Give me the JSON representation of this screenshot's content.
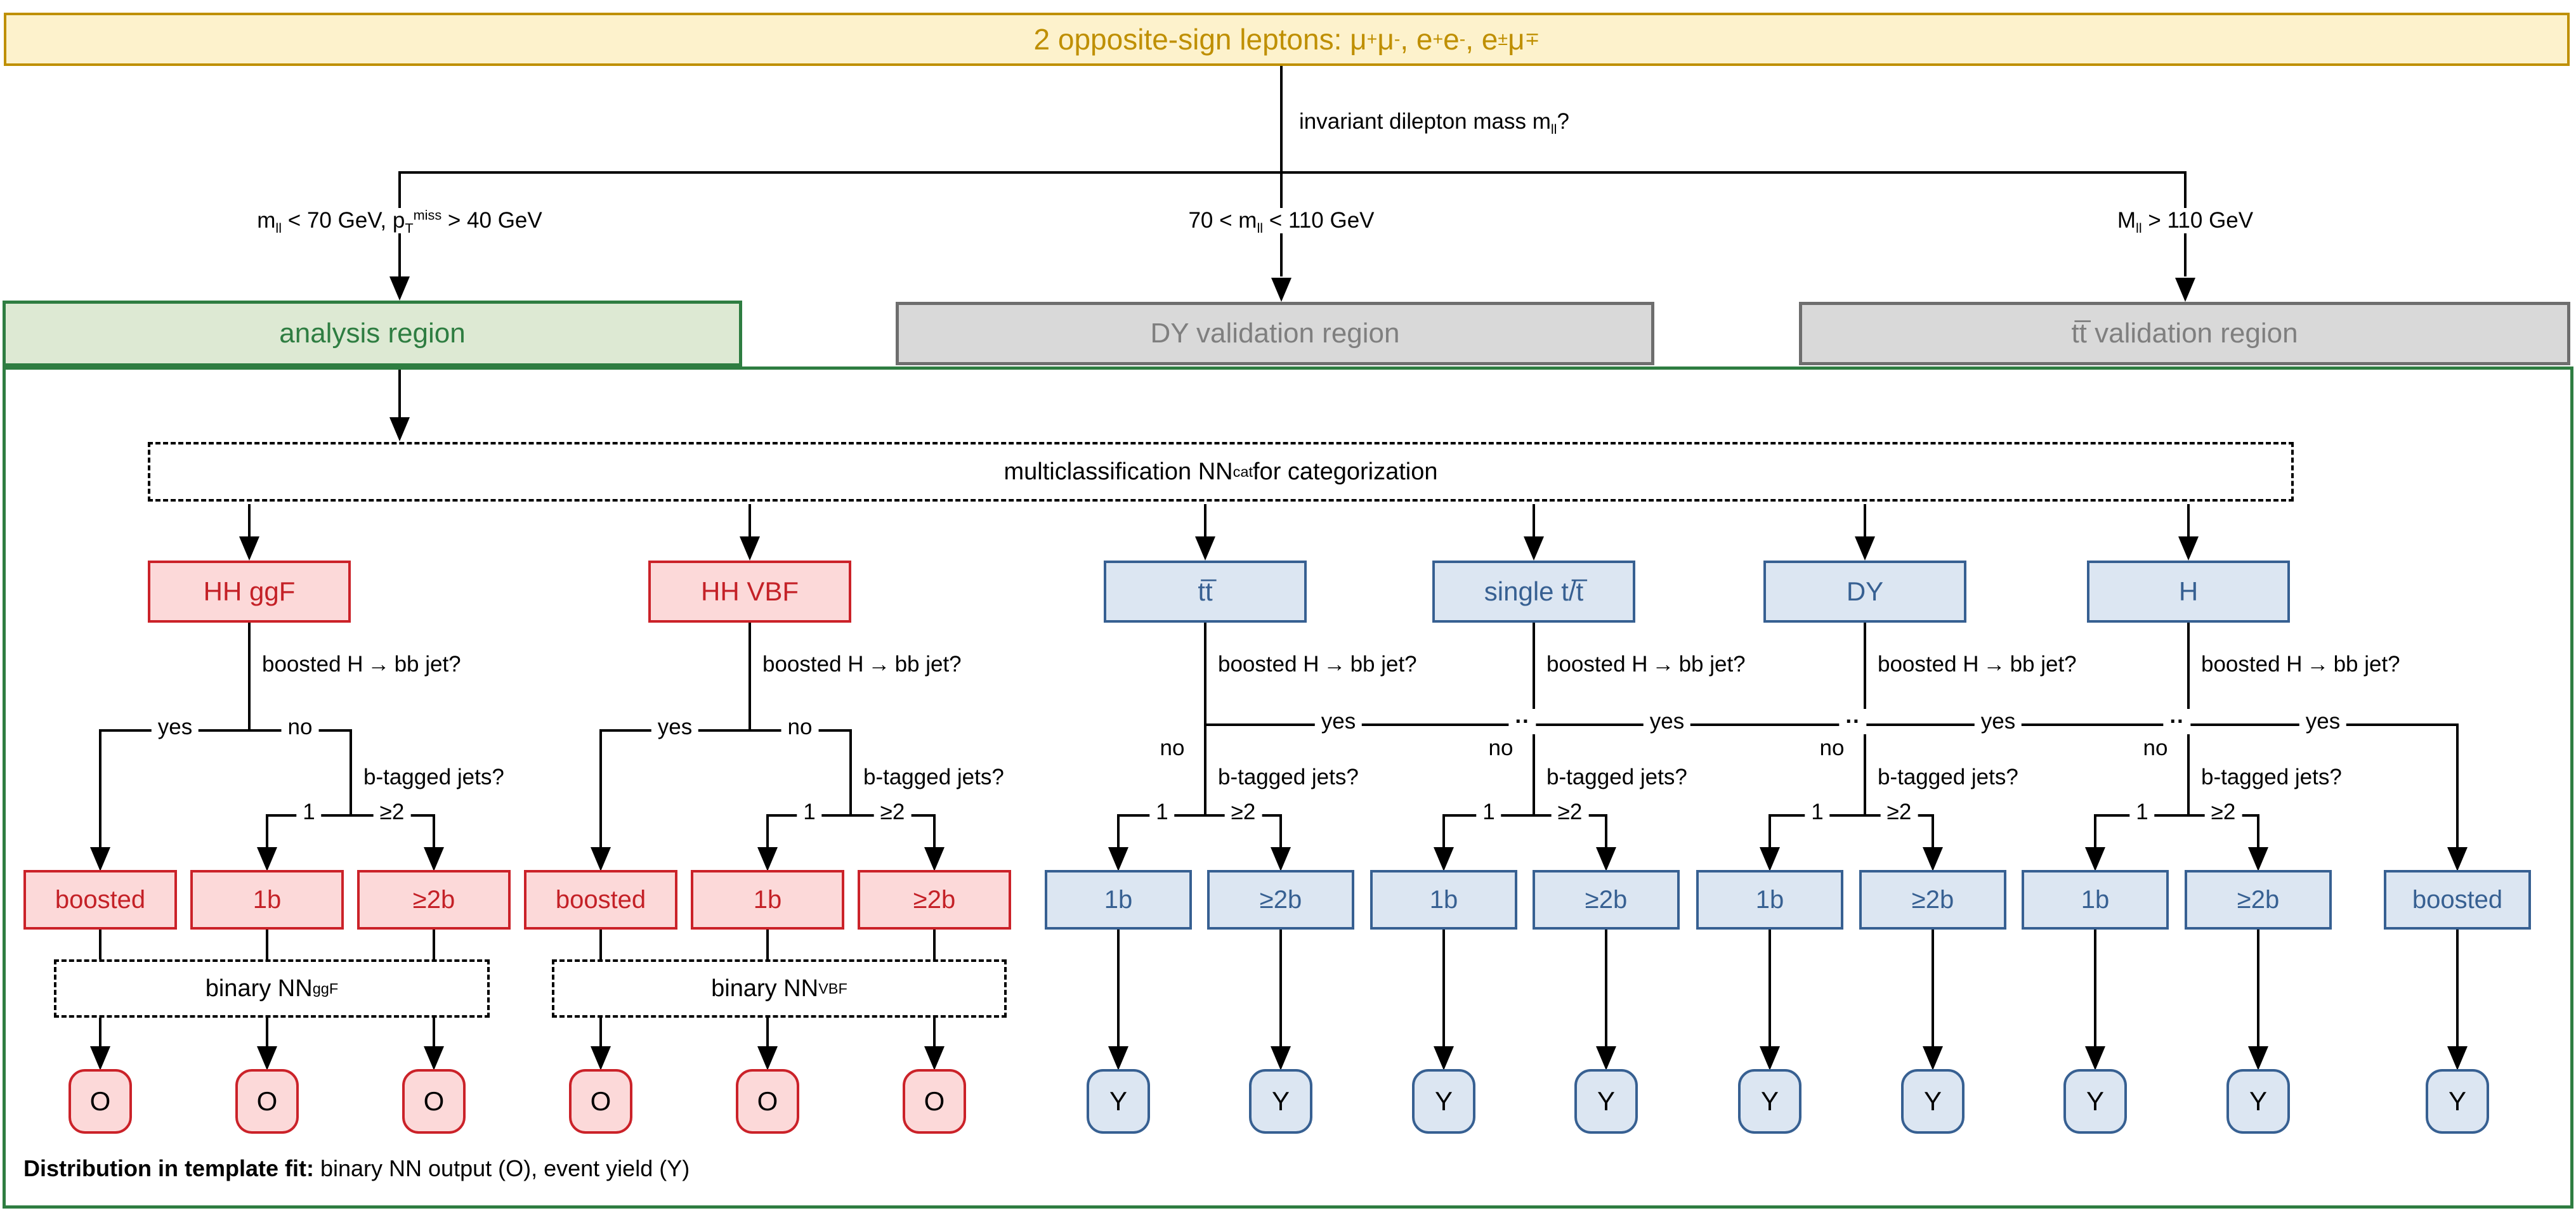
{
  "header": {
    "title": "2 opposite-sign leptons: μ^{+}μ^{-}, e^{+}e^{-}, e^{±}μ^{∓}"
  },
  "decision": {
    "question": "invariant dilepton mass m_{ll}?"
  },
  "branches": {
    "low": "m_{ll} < 70 GeV, p_{T}^{miss} > 40 GeV",
    "mid": "70 < m_{ll} < 110 GeV",
    "high": "M_{ll} > 110 GeV"
  },
  "regions": {
    "analysis": "analysis region",
    "dy": "DY validation region",
    "tt": "tt̅ validation region"
  },
  "nn_cat": "multiclassification NN_{cat} for categorization",
  "categories": [
    "HH ggF",
    "HH VBF",
    "tt̅",
    "single t/t̅",
    "DY",
    "H"
  ],
  "questions": {
    "boosted": "boosted H → bb jet?",
    "btag": "b-tagged jets?"
  },
  "answers": {
    "yes": "yes",
    "no": "no",
    "one": "1",
    "geq2": "≥2",
    "crossing_dots": "··"
  },
  "leaves": {
    "red": [
      "boosted",
      "1b",
      "≥2b",
      "boosted",
      "1b",
      "≥2b"
    ],
    "blue": [
      "1b",
      "≥2b",
      "1b",
      "≥2b",
      "1b",
      "≥2b",
      "1b",
      "≥2b",
      "boosted"
    ]
  },
  "binary_nn": {
    "ggf": "binary NN_{ggF}",
    "vbf": "binary NN_{VBF}"
  },
  "outputs": {
    "o": "O",
    "y": "Y"
  },
  "caption": {
    "lead": "Distribution in template fit:",
    "rest": " binary NN output (O), event yield (Y)"
  },
  "colors": {
    "header_gold": "#bf9000",
    "signal_red": "#cb2229",
    "background_blue": "#376092",
    "analysis_green": "#2e7d41",
    "validation_gray": "#7f7f7f"
  }
}
